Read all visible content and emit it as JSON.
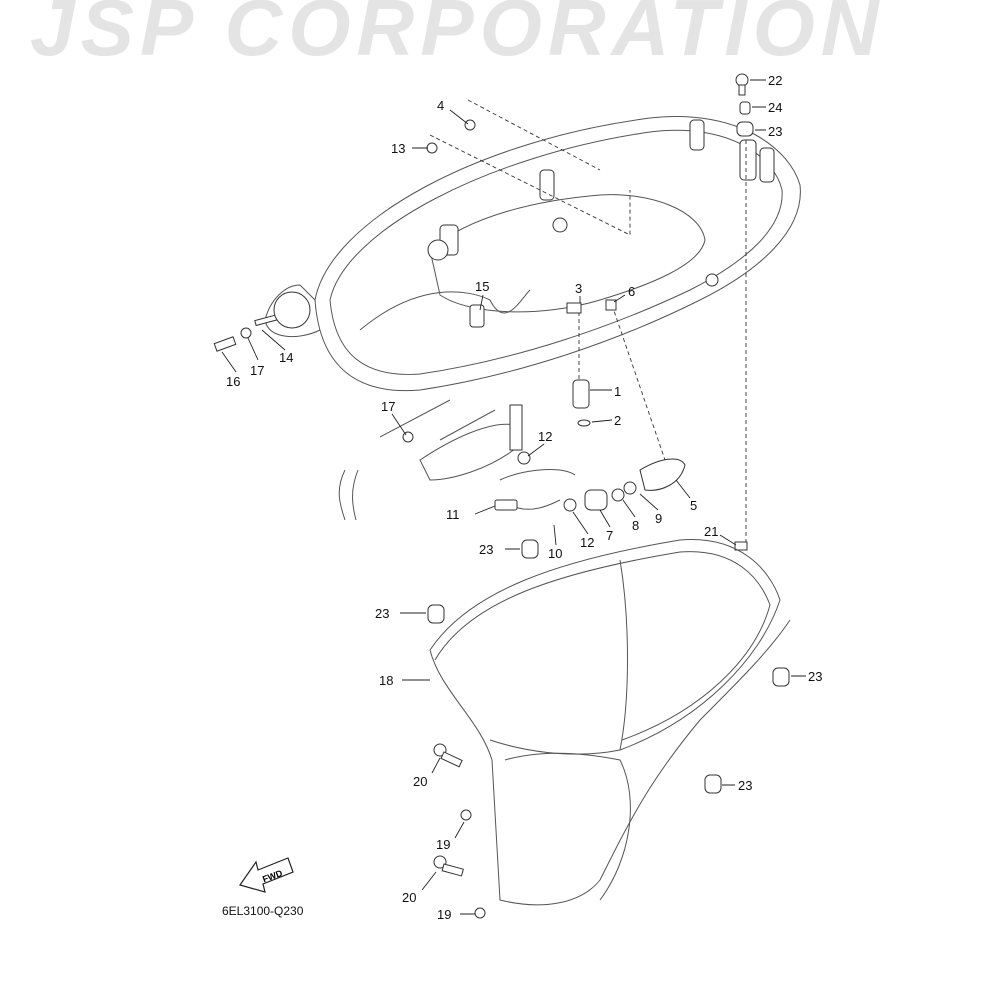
{
  "watermark": "JSP CORPORATION",
  "diagram_code": "6EL3100-Q230",
  "fwd_label": "FWD",
  "callouts": [
    "22",
    "24",
    "23",
    "4",
    "13",
    "15",
    "3",
    "6",
    "14",
    "16",
    "17",
    "1",
    "2",
    "17",
    "12",
    "5",
    "9",
    "8",
    "7",
    "12",
    "10",
    "11",
    "21",
    "23",
    "23",
    "18",
    "23",
    "20",
    "23",
    "19",
    "20",
    "19"
  ]
}
